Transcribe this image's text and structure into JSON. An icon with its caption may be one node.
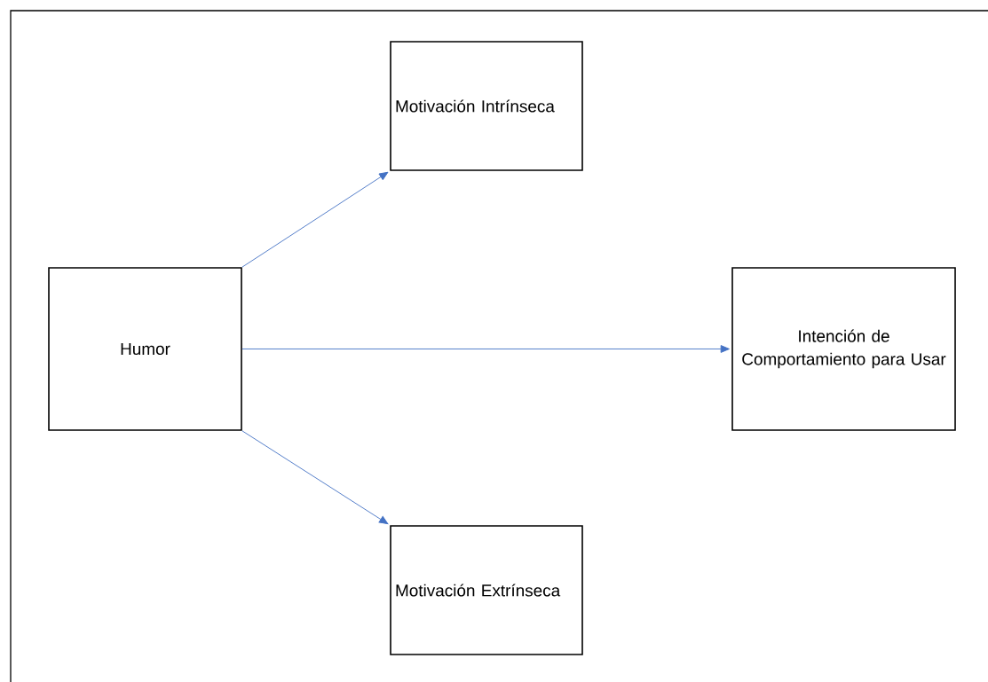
{
  "diagram": {
    "nodes": [
      {
        "text": [
          "Motivación Intrínseca"
        ]
      },
      {
        "text": [
          "Humor"
        ]
      },
      {
        "text": [
          "Intención de Comportamiento para Usar"
        ]
      },
      {
        "text": [
          "Motivación Extrínseca"
        ]
      }
    ],
    "edges": [
      {
        "from": 1,
        "to": 0,
        "arrow": "to"
      },
      {
        "from": 1,
        "to": 2,
        "arrow": "to"
      },
      {
        "from": 1,
        "to": 3,
        "arrow": "to"
      }
    ]
  }
}
